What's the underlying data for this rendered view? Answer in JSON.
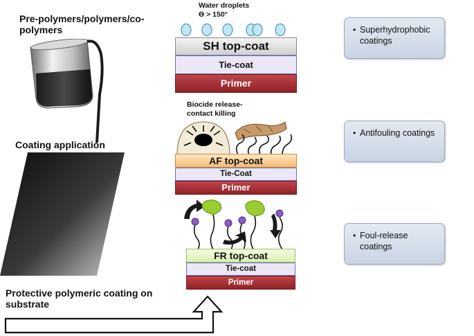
{
  "left": {
    "polymers_label": "Pre-polymers/polymers/co-polymers",
    "application_label": "Coating application",
    "protective_label": "Protective polymeric coating on substrate"
  },
  "sh": {
    "droplets_label": "Water droplets",
    "angle_label": "ϴ > 150°",
    "topcoat": "SH top-coat",
    "tie": "Tie-coat",
    "primer": "Primer"
  },
  "af": {
    "mechanism_label": "Biocide release-contact killing",
    "topcoat": "AF top-coat",
    "tie": "Tie-Coat",
    "primer": "Primer"
  },
  "fr": {
    "topcoat": "FR top-coat",
    "tie": "Tie-coat",
    "primer": "Primer"
  },
  "categories": [
    {
      "bullet": "•",
      "label": "Superhydrophobic coatings"
    },
    {
      "bullet": "•",
      "label": "Antifouling coatings"
    },
    {
      "bullet": "•",
      "label": "Foul-release coatings"
    }
  ],
  "colors": {
    "droplet": "#bfe7f5",
    "primer": "#a8323a",
    "af_topcoat": "#fbcf93",
    "fr_topcoat": "#e6f4c8",
    "tie_coat": "#ece7f6",
    "box": "#d7deea",
    "leaf_green": "#9acd32",
    "dot_purple": "#8a5cc4"
  }
}
